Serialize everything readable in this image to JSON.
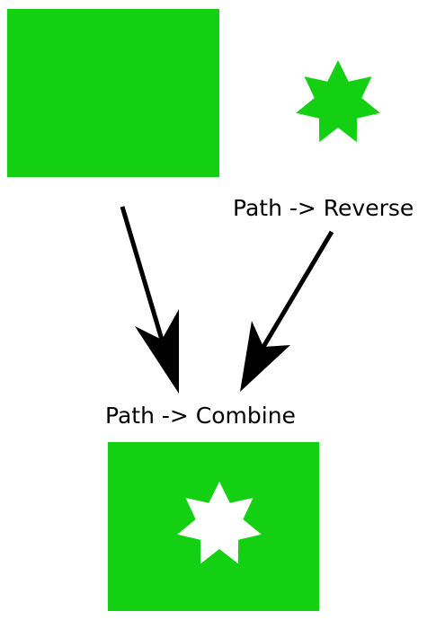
{
  "labels": {
    "reverse": "Path -> Reverse",
    "combine": "Path -> Combine"
  },
  "colors": {
    "shape_fill": "#13d013",
    "background": "#ffffff",
    "arrow": "#000000"
  },
  "shapes": {
    "source_rectangle": "rectangle",
    "source_star": "7-point-star",
    "result": "rectangle-with-star-hole"
  }
}
